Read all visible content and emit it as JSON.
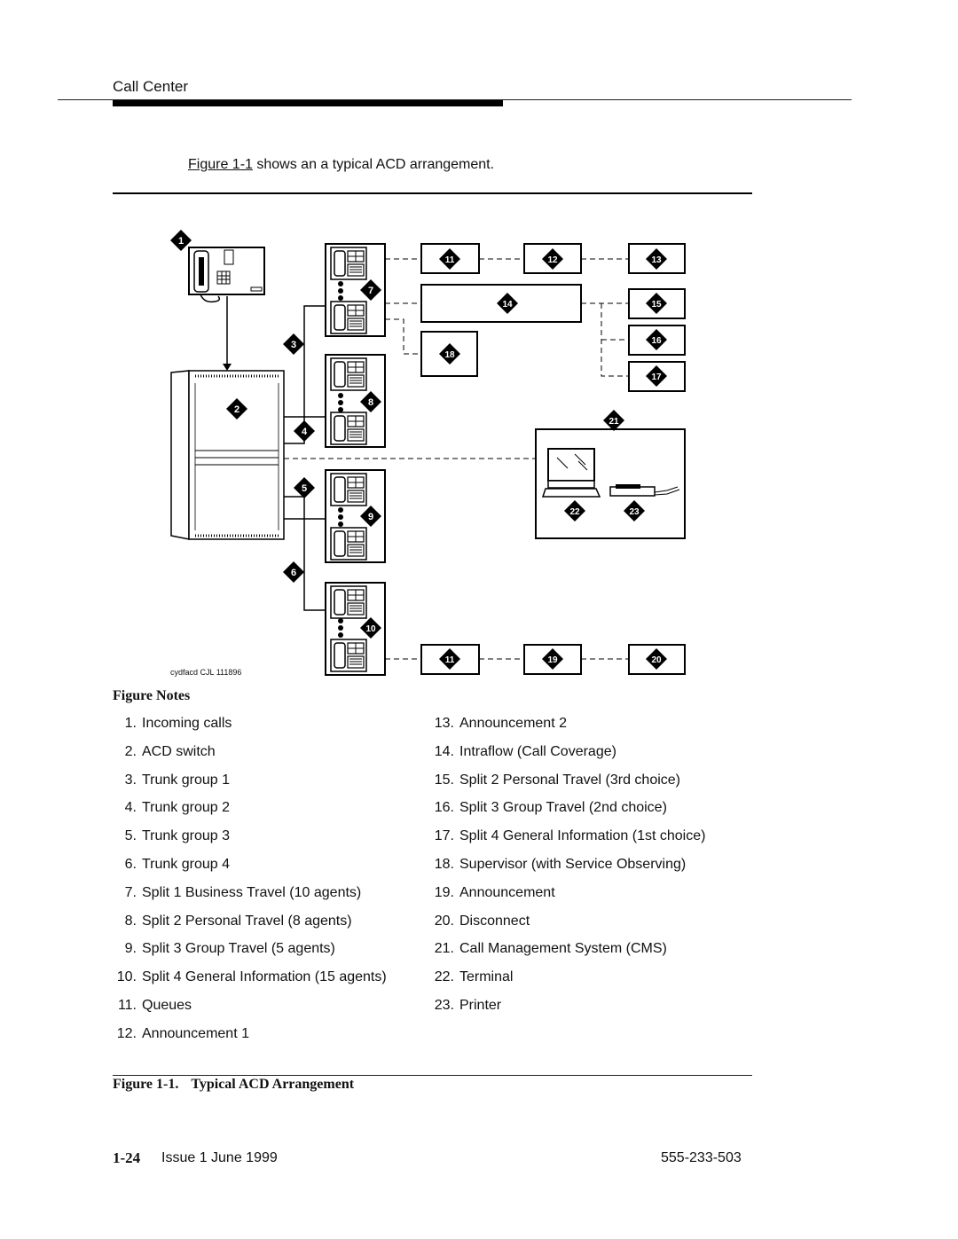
{
  "header": {
    "section_title": "Call Center"
  },
  "intro": {
    "link_text": "Figure 1-1",
    "rest_text": " shows an a typical ACD arrangement."
  },
  "diagram": {
    "credit": "cydfacd CJL 111896",
    "callouts": [
      "1",
      "2",
      "3",
      "4",
      "5",
      "6",
      "7",
      "8",
      "9",
      "10",
      "11",
      "12",
      "13",
      "14",
      "15",
      "16",
      "17",
      "18",
      "11",
      "19",
      "20",
      "21",
      "22",
      "23"
    ]
  },
  "figure_notes": {
    "title": "Figure Notes",
    "col1": [
      {
        "num": "1.",
        "text": "Incoming calls"
      },
      {
        "num": "2.",
        "text": "ACD switch"
      },
      {
        "num": "3.",
        "text": "Trunk group 1"
      },
      {
        "num": "4.",
        "text": "Trunk group 2"
      },
      {
        "num": "5.",
        "text": "Trunk group 3"
      },
      {
        "num": "6.",
        "text": "Trunk group 4"
      },
      {
        "num": "7.",
        "text": "Split 1 Business Travel (10 agents)"
      },
      {
        "num": "8.",
        "text": "Split 2 Personal Travel (8 agents)"
      },
      {
        "num": "9.",
        "text": "Split 3 Group Travel (5 agents)"
      },
      {
        "num": "10.",
        "text": "Split 4 General Information (15 agents)"
      },
      {
        "num": "11.",
        "text": "Queues"
      },
      {
        "num": "12.",
        "text": "Announcement 1"
      }
    ],
    "col2": [
      {
        "num": "13.",
        "text": "Announcement 2"
      },
      {
        "num": "14.",
        "text": "Intraflow (Call Coverage)"
      },
      {
        "num": "15.",
        "text": "Split 2 Personal Travel (3rd choice)"
      },
      {
        "num": "16.",
        "text": "Split 3 Group Travel (2nd choice)"
      },
      {
        "num": "17.",
        "text": "Split 4 General Information (1st choice)"
      },
      {
        "num": "18.",
        "text": "Supervisor (with Service Observing)"
      },
      {
        "num": "19.",
        "text": "Announcement"
      },
      {
        "num": "20.",
        "text": "Disconnect"
      },
      {
        "num": "21.",
        "text": "Call Management System (CMS)"
      },
      {
        "num": "22.",
        "text": "Terminal"
      },
      {
        "num": "23.",
        "text": "Printer"
      }
    ]
  },
  "caption": {
    "label": "Figure 1-1.",
    "title": "Typical ACD Arrangement"
  },
  "footer": {
    "page": "1-24",
    "issue": "Issue 1 June 1999",
    "doc_number": "555-233-503"
  }
}
